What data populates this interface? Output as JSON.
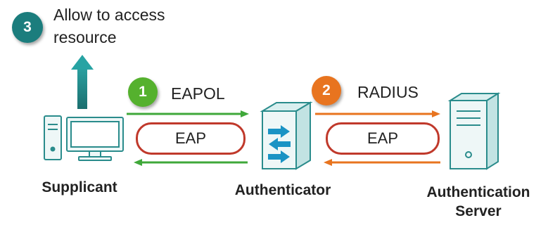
{
  "step3": {
    "number": "3",
    "text_line1": "Allow to access",
    "text_line2": "resource",
    "color": "#1b7d7d"
  },
  "step1": {
    "number": "1",
    "protocol": "EAPOL",
    "color": "#55b12e"
  },
  "step2": {
    "number": "2",
    "protocol": "RADIUS",
    "color": "#e8741f"
  },
  "eap_left": "EAP",
  "eap_right": "EAP",
  "nodes": {
    "supplicant": "Supplicant",
    "authenticator": "Authenticator",
    "server_line1": "Authentication",
    "server_line2": "Server"
  },
  "icons": {
    "supplicant": "desktop-computer-icon",
    "authenticator": "network-switch-icon",
    "server": "server-tower-icon"
  },
  "colors": {
    "device_stroke": "#2a8c8c",
    "device_fill": "#eef7f7",
    "eap_border": "#c0392b"
  }
}
